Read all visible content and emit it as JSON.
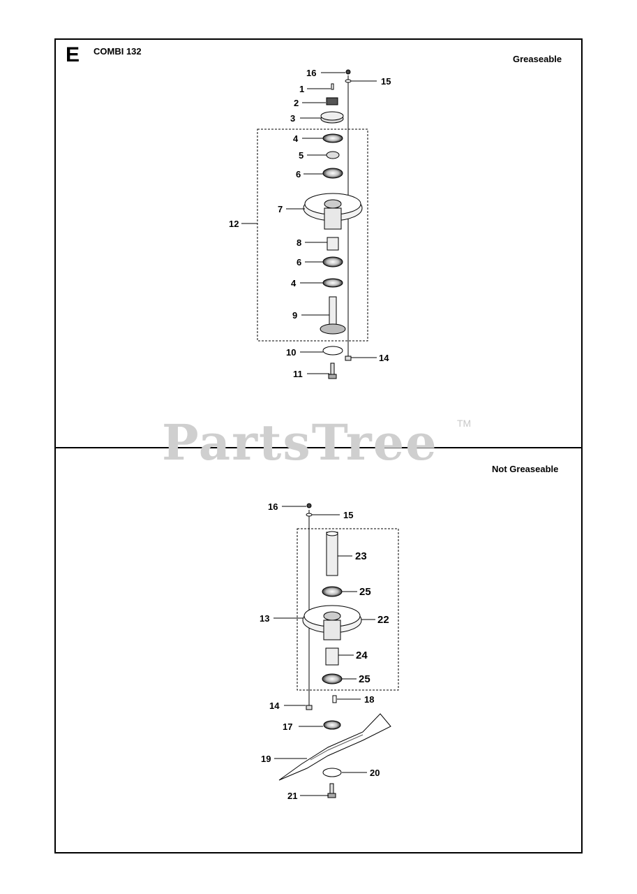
{
  "header": {
    "section_letter": "E",
    "model": "COMBI 132"
  },
  "top_panel": {
    "variant_label": "Greaseable",
    "callouts": [
      "16",
      "15",
      "1",
      "2",
      "3",
      "4",
      "5",
      "6",
      "7",
      "12",
      "8",
      "6",
      "4",
      "9",
      "10",
      "14",
      "11"
    ]
  },
  "bottom_panel": {
    "variant_label": "Not Greaseable",
    "callouts": [
      "16",
      "15",
      "23",
      "25",
      "13",
      "22",
      "24",
      "25",
      "14",
      "18",
      "17",
      "19",
      "20",
      "21"
    ]
  },
  "watermark": {
    "text": "PartsTree",
    "tm": "TM"
  }
}
